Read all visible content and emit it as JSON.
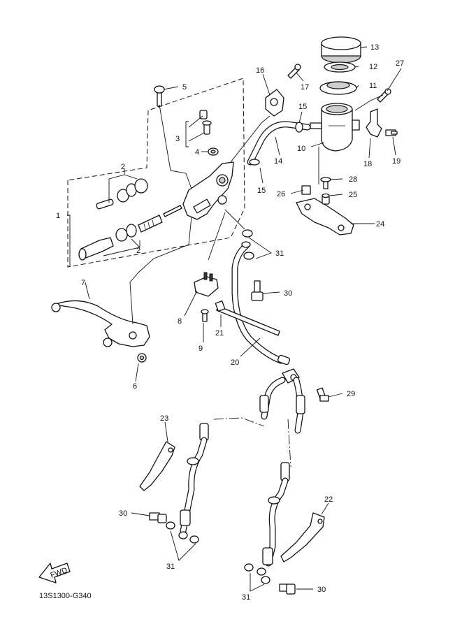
{
  "diagram_code": "13S1300-G340",
  "fwd_label": "FWD",
  "callouts": {
    "c1": "1",
    "c2a": "2",
    "c2b": "2",
    "c3": "3",
    "c4": "4",
    "c5": "5",
    "c6": "6",
    "c7": "7",
    "c8": "8",
    "c9": "9",
    "c10": "10",
    "c11": "11",
    "c12": "12",
    "c13": "13",
    "c14": "14",
    "c15a": "15",
    "c15b": "15",
    "c16": "16",
    "c17": "17",
    "c18": "18",
    "c19": "19",
    "c20": "20",
    "c21": "21",
    "c22": "22",
    "c23": "23",
    "c24": "24",
    "c25": "25",
    "c26": "26",
    "c27": "27",
    "c28": "28",
    "c29": "29",
    "c30a": "30",
    "c30b": "30",
    "c30c": "30",
    "c31a": "31",
    "c31b": "31",
    "c31c": "31"
  }
}
